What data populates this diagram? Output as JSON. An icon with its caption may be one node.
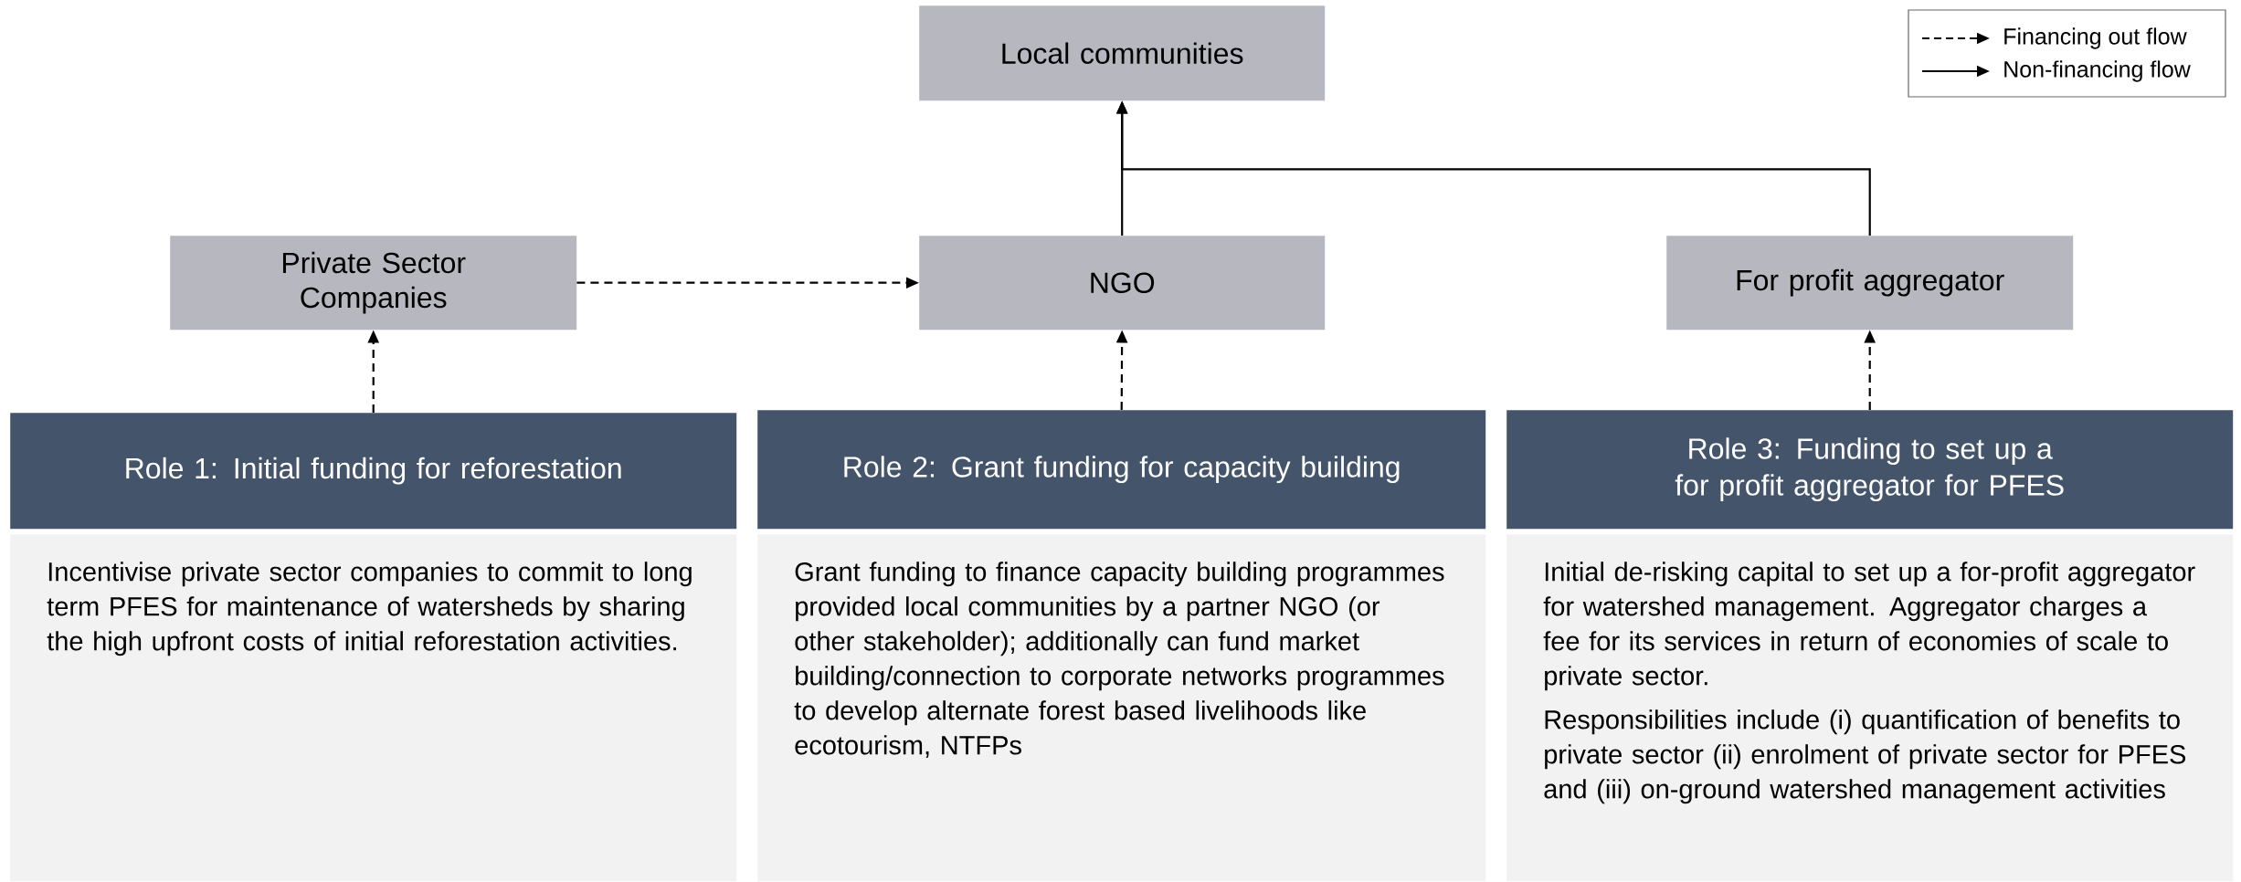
{
  "diagram": {
    "nodes": [
      {
        "text": [
          "Local communities"
        ]
      },
      {
        "text": [
          "Private Sector Companies"
        ]
      },
      {
        "text": [
          "NGO"
        ]
      },
      {
        "text": [
          "For profit aggregator"
        ]
      },
      {
        "text": [
          "Role 1: Initial funding for reforestation"
        ]
      },
      {
        "text": [
          "Role 2: Grant funding for capacity building"
        ]
      },
      {
        "text": [
          "Role 3: Funding to set up a for profit aggregator for PFES"
        ]
      },
      {
        "text": [
          "Incentivise private sector companies to commit to long term PFES for maintenance of watersheds by sharing the high upfront costs of initial reforestation activities."
        ]
      },
      {
        "text": [
          "Grant funding to finance capacity building programmes provided local communities by a partner NGO (or other stakeholder); additionally can fund market building/connection to corporate networks programmes to develop alternate forest based livelihoods like ecotourism, NTFPs"
        ]
      },
      {
        "text": [
          "Initial de-risking capital to set up a for-profit aggregator for watershed management. Aggregator charges a fee for its services in return of economies of scale to private sector.",
          "Responsibilities include (i) quantification of benefits to private sector (ii) enrolment of private sector for PFES and (iii) on-ground watershed management activities"
        ]
      }
    ],
    "edges": [
      {
        "from": 1,
        "to": 2,
        "arrow": "to",
        "style": "dashed"
      },
      {
        "from": 2,
        "to": 0,
        "arrow": "to"
      },
      {
        "from": 3,
        "to": 0,
        "arrow": "to"
      },
      {
        "from": 4,
        "to": 1,
        "arrow": "to",
        "style": "dashed"
      },
      {
        "from": 5,
        "to": 2,
        "arrow": "to",
        "style": "dashed"
      },
      {
        "from": 6,
        "to": 3,
        "arrow": "to",
        "style": "dashed"
      }
    ],
    "legend": [
      {
        "text": "Financing out flow"
      },
      {
        "text": "Non-financing flow"
      }
    ]
  }
}
